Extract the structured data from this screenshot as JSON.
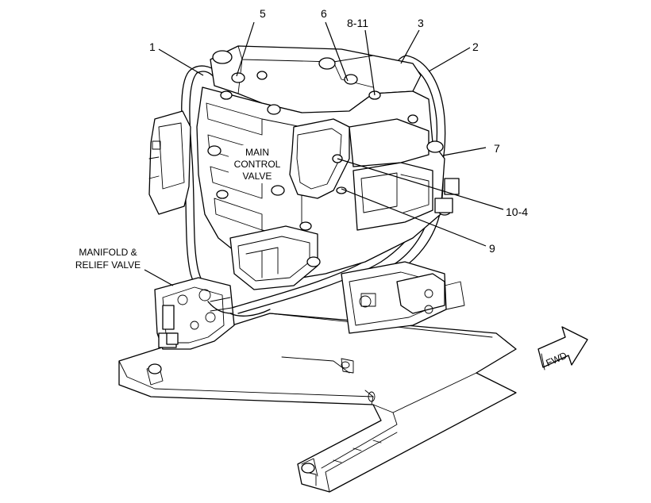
{
  "callouts": {
    "c1": "1",
    "c2": "2",
    "c3": "3",
    "c5": "5",
    "c6": "6",
    "c7": "7",
    "c8_11": "8-11",
    "c9": "9",
    "c10_4": "10-4"
  },
  "captions": {
    "main_control_valve": [
      "MAIN",
      "CONTROL",
      "VALVE"
    ],
    "manifold_relief_valve": [
      "MANIFOLD &",
      "RELIEF VALVE"
    ]
  },
  "direction_arrow": {
    "label": "FWD",
    "icon": "fwd-arrow-icon"
  }
}
